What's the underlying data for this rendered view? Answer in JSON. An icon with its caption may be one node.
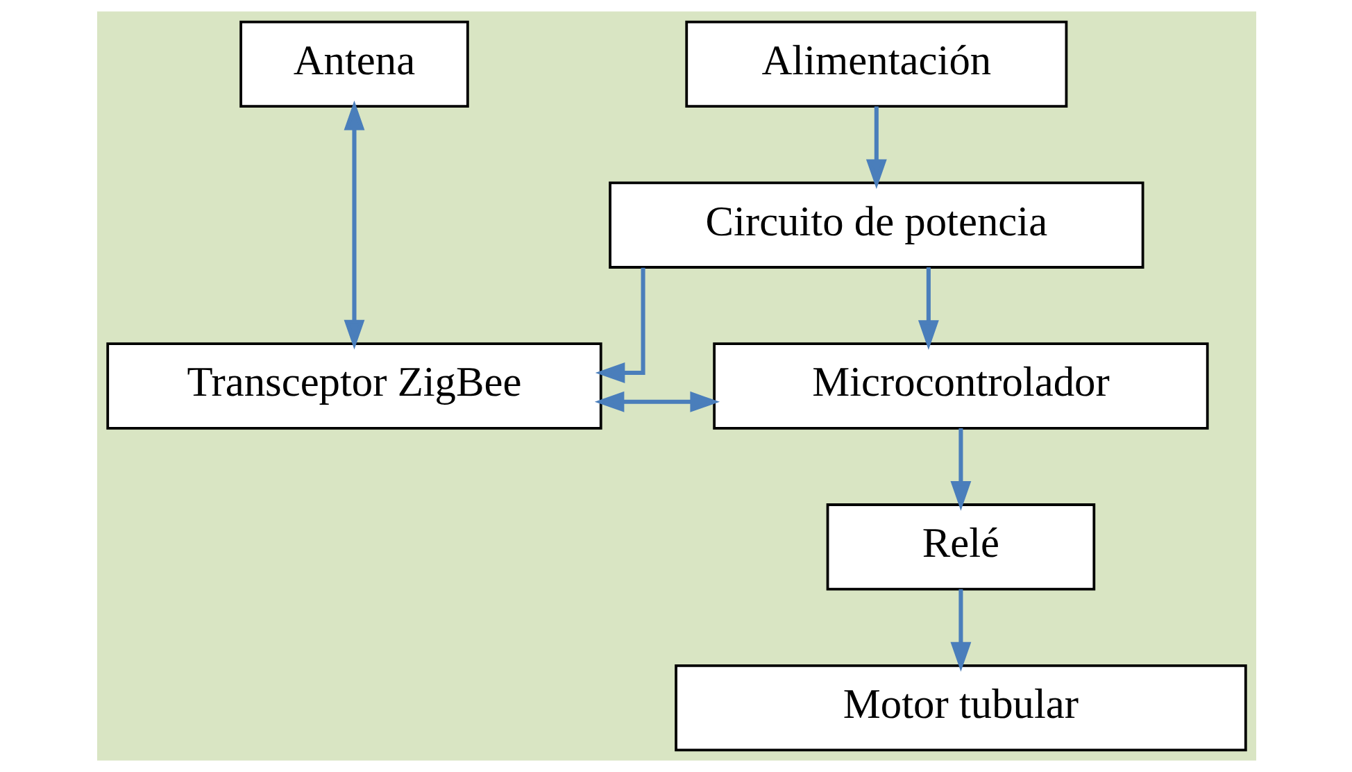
{
  "diagram": {
    "nodes": [
      {
        "text": [
          "Alimentación"
        ]
      },
      {
        "text": [
          "Antena"
        ]
      },
      {
        "text": [
          "Circuito de potencia"
        ]
      },
      {
        "text": [
          "Transceptor ZigBee"
        ]
      },
      {
        "text": [
          "Microcontrolador"
        ]
      },
      {
        "text": [
          "Relé"
        ]
      },
      {
        "text": [
          "Motor tubular"
        ]
      }
    ],
    "edges": [
      {
        "from": 0,
        "to": 2,
        "arrow": "to"
      },
      {
        "from": 1,
        "to": 3,
        "arrow": "both"
      },
      {
        "from": 2,
        "to": 3,
        "arrow": "to"
      },
      {
        "from": 2,
        "to": 4,
        "arrow": "to"
      },
      {
        "from": 3,
        "to": 4,
        "arrow": "both"
      },
      {
        "from": 4,
        "to": 5,
        "arrow": "to"
      },
      {
        "from": 5,
        "to": 6,
        "arrow": "to"
      }
    ]
  }
}
